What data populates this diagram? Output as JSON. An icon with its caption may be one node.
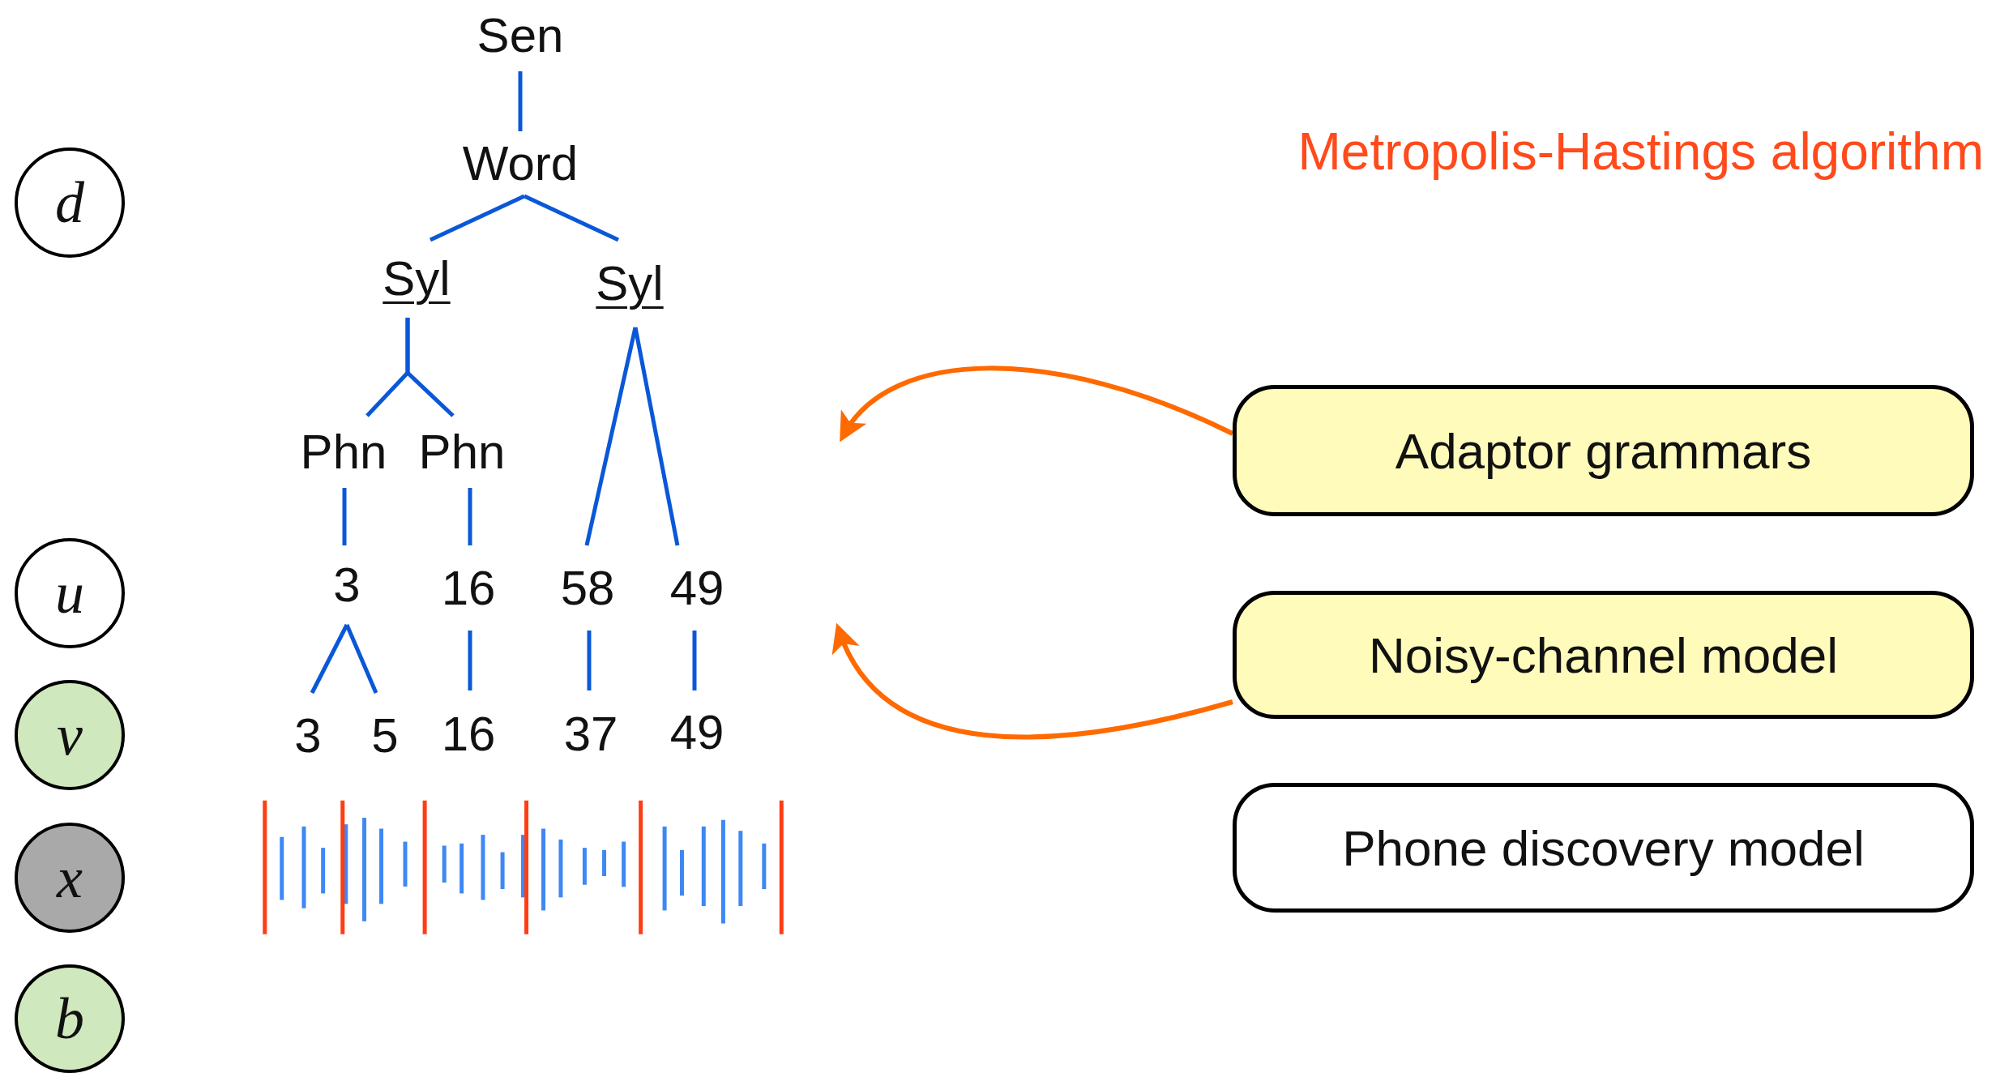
{
  "diagram": {
    "nodes": [
      {
        "text": [
          "Sen"
        ]
      },
      {
        "text": [
          "Word"
        ]
      },
      {
        "text": [
          "Syl"
        ]
      },
      {
        "text": [
          "Syl"
        ]
      },
      {
        "text": [
          "Phn"
        ]
      },
      {
        "text": [
          "Phn"
        ]
      },
      {
        "text": [
          "3"
        ]
      },
      {
        "text": [
          "16"
        ]
      },
      {
        "text": [
          "58"
        ]
      },
      {
        "text": [
          "49"
        ]
      },
      {
        "text": [
          "3"
        ]
      },
      {
        "text": [
          "5"
        ]
      },
      {
        "text": [
          "16"
        ]
      },
      {
        "text": [
          "37"
        ]
      },
      {
        "text": [
          "49"
        ]
      },
      {
        "text": [
          "d"
        ]
      },
      {
        "text": [
          "u"
        ]
      },
      {
        "text": [
          "v"
        ]
      },
      {
        "text": [
          "x"
        ]
      },
      {
        "text": [
          "b"
        ]
      },
      {
        "text": [
          "Adaptor grammars"
        ]
      },
      {
        "text": [
          "Noisy-channel model"
        ]
      },
      {
        "text": [
          "Phone discovery model"
        ]
      }
    ],
    "edges": [
      {
        "from": 0,
        "to": 1,
        "arrow": "none"
      },
      {
        "from": 1,
        "to": 2,
        "arrow": "none"
      },
      {
        "from": 1,
        "to": 3,
        "arrow": "none"
      },
      {
        "from": 2,
        "to": 4,
        "arrow": "none"
      },
      {
        "from": 2,
        "to": 5,
        "arrow": "none"
      },
      {
        "from": 3,
        "to": 8,
        "arrow": "none"
      },
      {
        "from": 3,
        "to": 9,
        "arrow": "none"
      },
      {
        "from": 4,
        "to": 6,
        "arrow": "none"
      },
      {
        "from": 5,
        "to": 7,
        "arrow": "none"
      },
      {
        "from": 6,
        "to": 10,
        "arrow": "none"
      },
      {
        "from": 6,
        "to": 11,
        "arrow": "none"
      },
      {
        "from": 7,
        "to": 12,
        "arrow": "none"
      },
      {
        "from": 8,
        "to": 13,
        "arrow": "none"
      },
      {
        "from": 9,
        "to": 14,
        "arrow": "none"
      },
      {
        "from": 20,
        "to": null,
        "arrow": "to",
        "color": "#ff6a00"
      },
      {
        "from": 21,
        "to": null,
        "arrow": "to",
        "color": "#ff6a00"
      }
    ],
    "labels": [
      "Metropolis-Hastings algorithm"
    ]
  }
}
